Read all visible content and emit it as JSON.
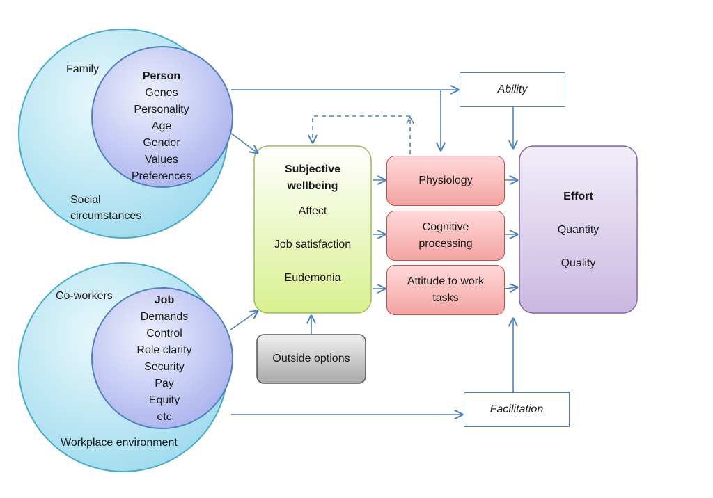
{
  "person_group": {
    "outer_labels": {
      "family": "Family",
      "social": "Social circumstances"
    },
    "title": "Person",
    "items": [
      "Genes",
      "Personality",
      "Age",
      "Gender",
      "Values",
      "Preferences"
    ]
  },
  "job_group": {
    "outer_labels": {
      "coworkers": "Co-workers",
      "workplace": "Workplace environment"
    },
    "title": "Job",
    "items": [
      "Demands",
      "Control",
      "Role clarity",
      "Security",
      "Pay",
      "Equity",
      "etc"
    ]
  },
  "wellbeing": {
    "title_line1": "Subjective",
    "title_line2": "wellbeing",
    "items": [
      "Affect",
      "Job satisfaction",
      "Eudemonia"
    ]
  },
  "outside_options": "Outside options",
  "mediators": {
    "physiology": "Physiology",
    "cognitive_line1": "Cognitive",
    "cognitive_line2": "processing",
    "attitude_line1": "Attitude to work",
    "attitude_line2": "tasks"
  },
  "effort": {
    "title": "Effort",
    "items": [
      "Quantity",
      "Quality"
    ]
  },
  "ability": "Ability",
  "facilitation": "Facilitation",
  "colors": {
    "outer_circle": "#b7e4f2",
    "inner_circle": "#c9cff4",
    "wellbeing_box": "#eef9c4",
    "mediator_box": "#f4b3b1",
    "outside_box": "#c4c4c4",
    "effort_box": "#dcd0ec",
    "arrow": "#4f81bd"
  }
}
